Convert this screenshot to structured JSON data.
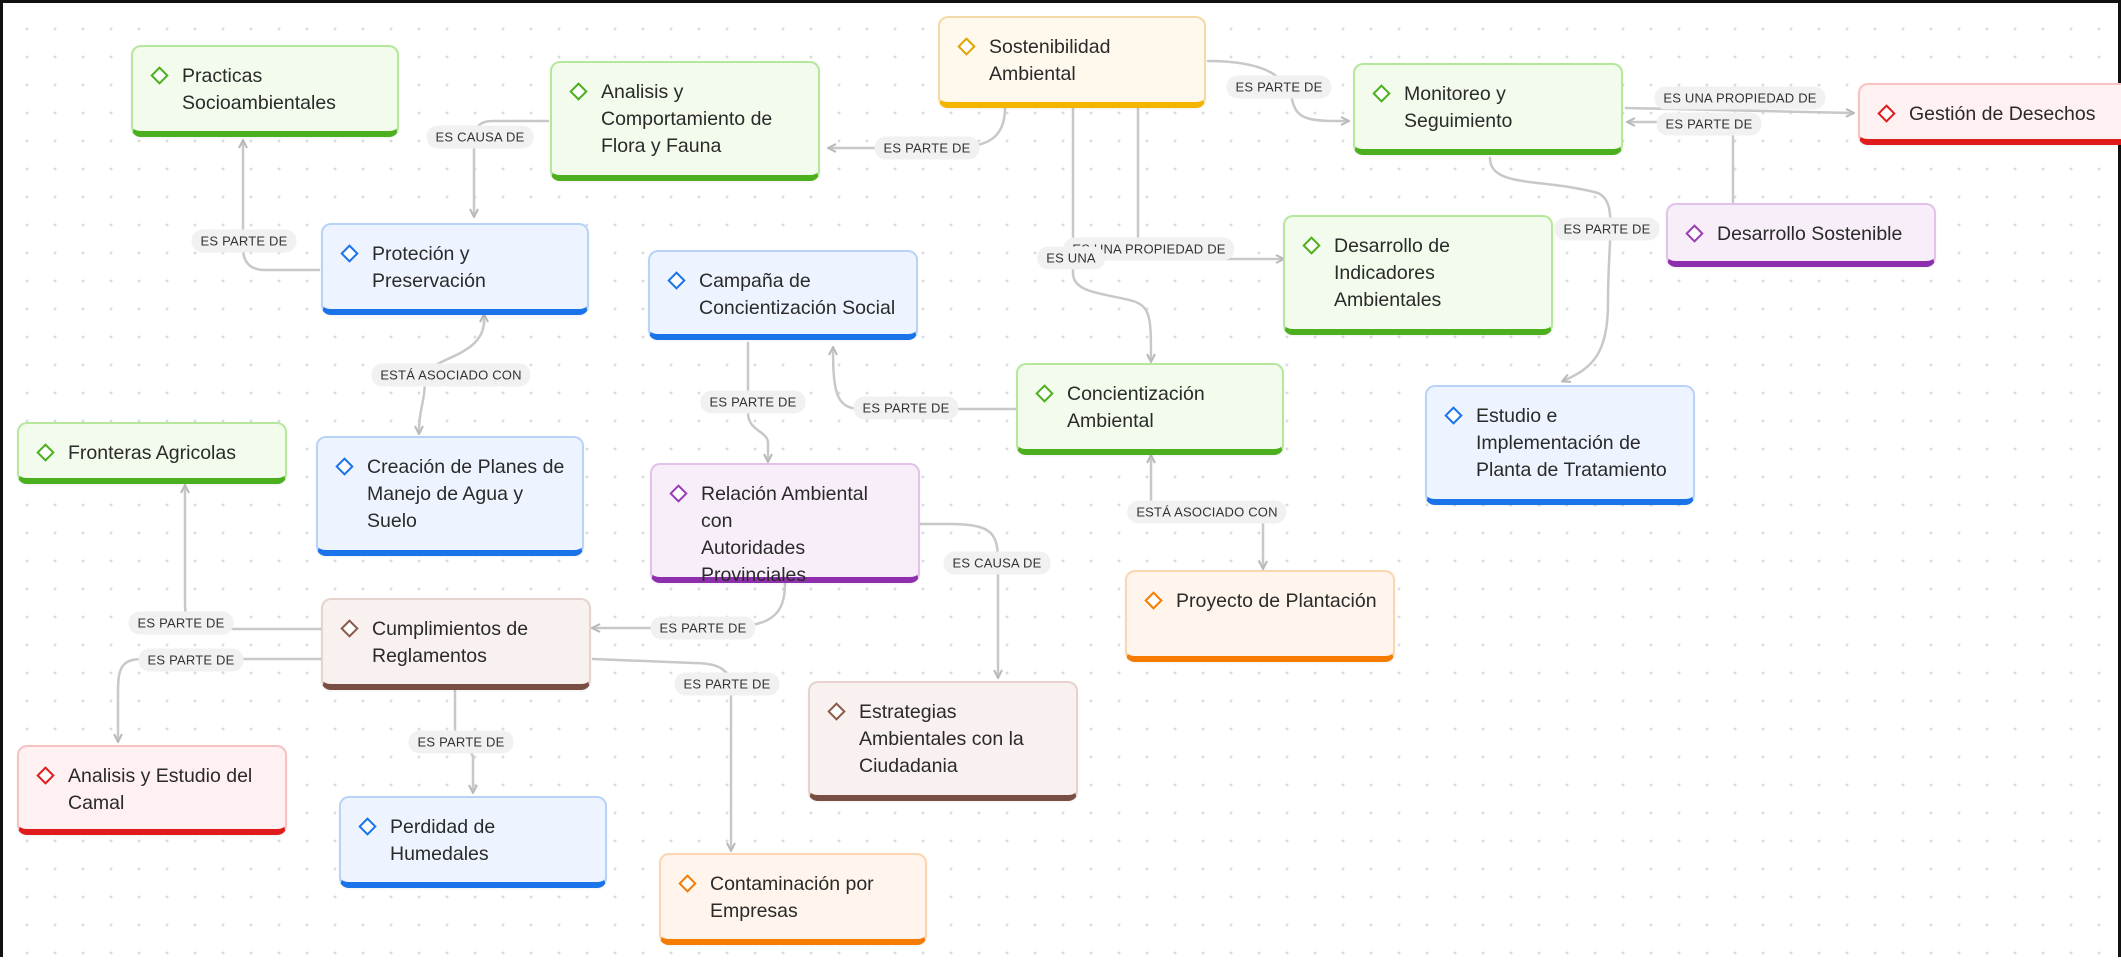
{
  "nodes": {
    "sostenibilidad": "Sostenibilidad\nAmbiental",
    "practicas": "Practicas\nSocioambientales",
    "analisis_flora": "Analisis y\nComportamiento de\nFlora y Fauna",
    "monitoreo": "Monitoreo y\nSeguimiento",
    "gestion_desechos": "Gestión de Desechos",
    "desarrollo_sostenible": "Desarrollo Sostenible",
    "desarrollo_indicadores": "Desarrollo de\nIndicadores\nAmbientales",
    "proteccion": "Proteción y\nPreservación",
    "campana": "Campaña de\nConcientización Social",
    "concientizacion": "Concientización\nAmbiental",
    "estudio_planta": "Estudio e\nImplementación de\nPlanta de Tratamiento",
    "fronteras": "Fronteras Agricolas",
    "creacion_planes": "Creación de Planes de\nManejo de Agua y\nSuelo",
    "relacion": "Relación Ambiental con\nAutoridades\nProvinciales",
    "proyecto_plantacion": "Proyecto de Plantación",
    "cumplimientos": "Cumplimientos de\nReglamentos",
    "estrategias": "Estrategias\nAmbientales con la\nCiudadania",
    "analisis_camal": "Analisis y Estudio del\nCamal",
    "perdida": "Perdidad de\nHumedales",
    "contaminacion": "Contaminación por\nEmpresas"
  },
  "edge_labels": {
    "sost_monitoreo": "ES PARTE DE",
    "sost_flora": "ES PARTE DE",
    "flora_proteccion": "ES CAUSA DE",
    "proteccion_practicas": "ES PARTE DE",
    "monitoreo_gestion": "ES UNA PROPIEDAD DE",
    "sostenible_monitoreo": "ES PARTE DE",
    "monitoreo_estudio": "ES PARTE DE",
    "sost_indicadores": "ES UNA PROPIEDAD DE",
    "sost_concientizacion": "ES UNA",
    "proteccion_creacion": "ESTÁ ASOCIADO CON",
    "campana_relacion": "ES PARTE DE",
    "concientizacion_campana": "ES PARTE DE",
    "concientizacion_proyecto": "ESTÁ ASOCIADO CON",
    "relacion_estrategias": "ES CAUSA DE",
    "relacion_cumplimientos": "ES PARTE DE",
    "cumplimientos_fronteras": "ES PARTE DE",
    "cumplimientos_camal": "ES PARTE DE",
    "cumplimientos_perdida": "ES PARTE DE",
    "cumplimientos_contaminacion": "ES PARTE DE"
  }
}
